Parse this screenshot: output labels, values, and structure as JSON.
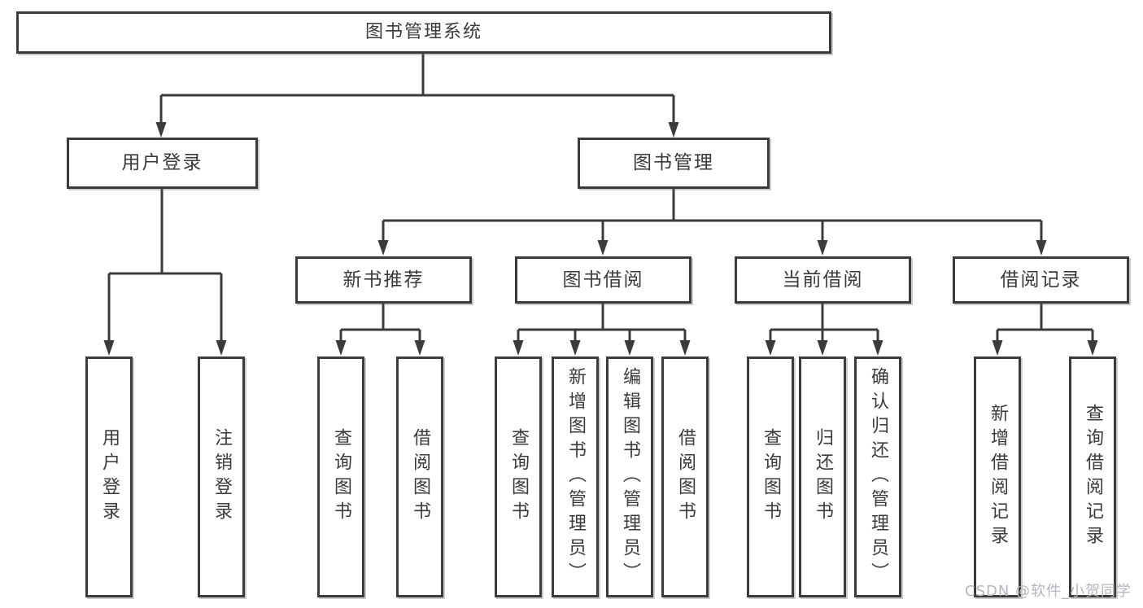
{
  "diagram": {
    "root": {
      "label": "图书管理系统"
    },
    "level2": [
      {
        "label": "用户登录"
      },
      {
        "label": "图书管理"
      }
    ],
    "level3": [
      {
        "label": "新书推荐"
      },
      {
        "label": "图书借阅"
      },
      {
        "label": "当前借阅"
      },
      {
        "label": "借阅记录"
      }
    ],
    "leaves": [
      {
        "label": "用户登录"
      },
      {
        "label": "注销登录"
      },
      {
        "label": "查询图书"
      },
      {
        "label": "借阅图书"
      },
      {
        "label": "查询图书"
      },
      {
        "label": "新增图书（管理员）"
      },
      {
        "label": "编辑图书（管理员）"
      },
      {
        "label": "借阅图书"
      },
      {
        "label": "查询图书"
      },
      {
        "label": "归还图书"
      },
      {
        "label": "确认归还（管理员）"
      },
      {
        "label": "新增借阅记录"
      },
      {
        "label": "查询借阅记录"
      }
    ]
  },
  "watermark": {
    "text": "CSDN @软件_小贺同学"
  },
  "colors": {
    "line": "#3b3b3b",
    "box_border": "#3b3b3b",
    "box_background": "#ffffff",
    "text": "#3a3a3a",
    "watermark_text": "#b5b5bd"
  }
}
